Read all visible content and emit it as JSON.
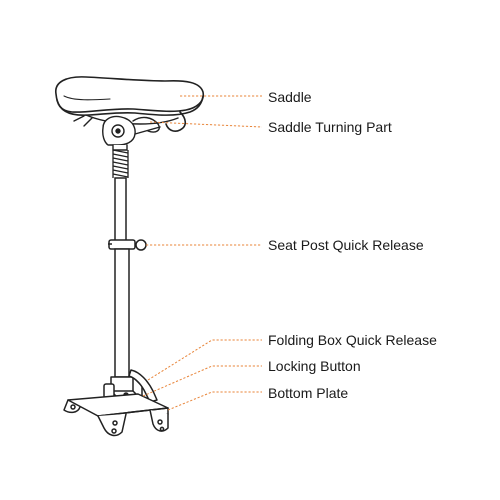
{
  "labels": {
    "saddle": "Saddle",
    "saddle_turning_part": "Saddle Turning Part",
    "seat_post_quick_release": "Seat Post Quick Release",
    "folding_box_quick_release": "Folding Box Quick Release",
    "locking_button": "Locking Button",
    "bottom_plate": "Bottom Plate"
  },
  "colors": {
    "leader_line": "#e8853a",
    "drawing_stroke": "#222222",
    "label_text": "#1a1a1a",
    "background": "#ffffff"
  }
}
